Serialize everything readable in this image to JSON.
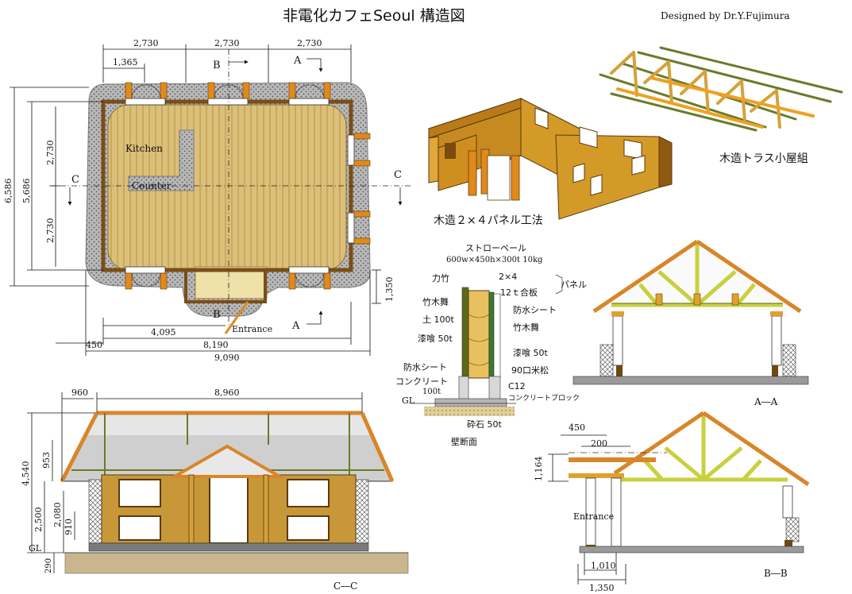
{
  "header": {
    "title": "非電化カフェSeoul 構造図",
    "designer": "Designed by Dr.Y.Fujimura"
  },
  "plan": {
    "kitchen": "Kitchen",
    "counter": "Counter",
    "entrance": "Entrance",
    "top_dims": [
      "2,730",
      "2,730",
      "2,730"
    ],
    "sub_dim": "1,365",
    "left_total_outer": "6,586",
    "left_total_inner": "5,686",
    "left_upper": "2,730",
    "left_lower": "2,730",
    "bottom_dims": [
      "4,095",
      "8,190",
      "9,090"
    ],
    "bottom_offset": "450",
    "right_dim": "1,350",
    "section_marks": {
      "a": "A",
      "b": "B",
      "c": "C"
    }
  },
  "panel_view": {
    "caption": "木造２×４パネル工法"
  },
  "truss_view": {
    "caption": "木造トラス小屋組"
  },
  "wall_section": {
    "caption": "壁断面",
    "straw_bale": "ストローベール",
    "straw_bale_spec": "600w×450h×300t 10kg",
    "labels_left": [
      "力竹",
      "竹木舞",
      "土 100t",
      "漆喰 50t",
      "防水シート",
      "コンクリート",
      "100t"
    ],
    "labels_right": [
      "2×4",
      "12ｔ合板",
      "パネル",
      "防水シート",
      "竹木舞",
      "漆喰 50t",
      "90口米松",
      "C12",
      "コンクリートブロック"
    ],
    "gl": "GL",
    "gravel": "砕石 50t"
  },
  "section_aa": {
    "caption": "A―A"
  },
  "section_bb": {
    "caption": "B―B",
    "dims": [
      "450",
      "200",
      "1,164",
      "1,010",
      "1,350"
    ],
    "entrance": "Entrance"
  },
  "elevation_cc": {
    "caption": "C―C",
    "top_dims": [
      "960",
      "8,960"
    ],
    "left_dims": [
      "4,540",
      "953",
      "2,500",
      "2,080",
      "910",
      "290"
    ],
    "gl": "GL"
  }
}
